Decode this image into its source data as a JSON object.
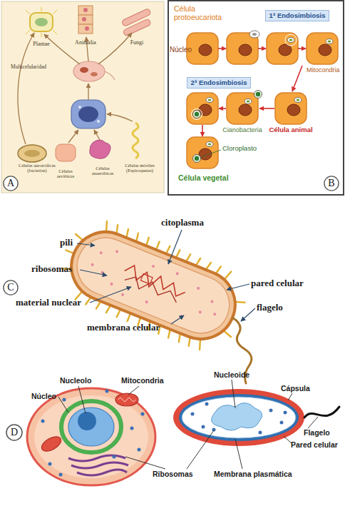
{
  "diagram": {
    "nodes": [
      {
        "text": [
          "1ª Endosimbiosis"
        ]
      },
      {
        "text": [
          "2ª Endosimbiosis"
        ]
      },
      {
        "text": [
          "A"
        ]
      },
      {
        "text": [
          "B"
        ]
      },
      {
        "text": [
          "C"
        ]
      },
      {
        "text": [
          "D"
        ]
      }
    ],
    "labels": [
      "Plantae",
      "Animalia",
      "Fungi",
      "Multicelularidad",
      "Células autotróficas (bacterias)",
      "Células aeróbicas",
      "Células anaeróbicas",
      "Células móviles (Espiroquetas)",
      "Célula protoeucariota",
      "Núcleo",
      "Mitocondria",
      "Célula animal",
      "Cianobacteria",
      "Cloroplasto",
      "Célula vegetal",
      "pili",
      "citoplasma",
      "ribosomas",
      "material nuclear",
      "membrana celular",
      "pared celular",
      "flagelo",
      "Nucleolo",
      "Mitocondria",
      "Núcleo",
      "Ribosomas",
      "Nucleoide",
      "Cápsula",
      "Flagelo",
      "Pared celular",
      "Membrana plasmática"
    ]
  }
}
